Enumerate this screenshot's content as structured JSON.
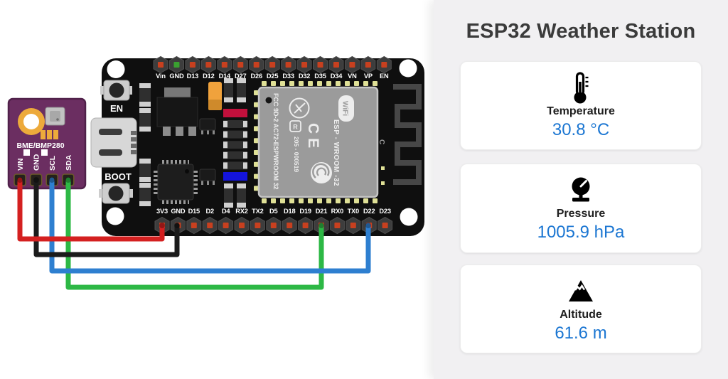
{
  "panel": {
    "title": "ESP32 Weather Station",
    "accent_color": "#1b76d2",
    "cards": [
      {
        "icon": "thermometer-icon",
        "label": "Temperature",
        "value": "30.8 °C"
      },
      {
        "icon": "gauge-icon",
        "label": "Pressure",
        "value": "1005.9 hPa"
      },
      {
        "icon": "mountain-icon",
        "label": "Altitude",
        "value": "61.6 m"
      }
    ]
  },
  "diagram": {
    "sensor": {
      "label": "BME/BMP280",
      "pins": [
        "VIN",
        "GND",
        "SCL",
        "SDA"
      ],
      "board_color": "#6b2e61"
    },
    "board": {
      "buttons": [
        "EN",
        "BOOT"
      ],
      "top_pins": [
        "Vin",
        "GND",
        "D13",
        "D12",
        "D14",
        "D27",
        "D26",
        "D25",
        "D33",
        "D32",
        "D35",
        "D34",
        "VN",
        "VP",
        "EN"
      ],
      "bottom_pins": [
        "3V3",
        "GND",
        "D15",
        "D2",
        "D4",
        "RX2",
        "TX2",
        "D5",
        "D18",
        "D19",
        "D21",
        "RX0",
        "TX0",
        "D22",
        "D23"
      ],
      "module": {
        "fcc_text": "FCC 9D-2 AC72-ESPWROOM 32",
        "r_badge": "R",
        "reg_text": "205 - 000519",
        "model_text": "ESP - WROOM -32",
        "wifi_text": "WiFi",
        "ce_text": "CE",
        "silkscreen_c": "C"
      }
    },
    "wires": [
      {
        "color": "#d42020",
        "from": "BME/BMP280 VIN",
        "to": "ESP32 3V3"
      },
      {
        "color": "#1b1b1b",
        "from": "BME/BMP280 GND",
        "to": "ESP32 GND"
      },
      {
        "color": "#2e7fd0",
        "from": "BME/BMP280 SCL",
        "to": "ESP32 D22"
      },
      {
        "color": "#2db845",
        "from": "BME/BMP280 SDA",
        "to": "ESP32 D21"
      }
    ]
  }
}
